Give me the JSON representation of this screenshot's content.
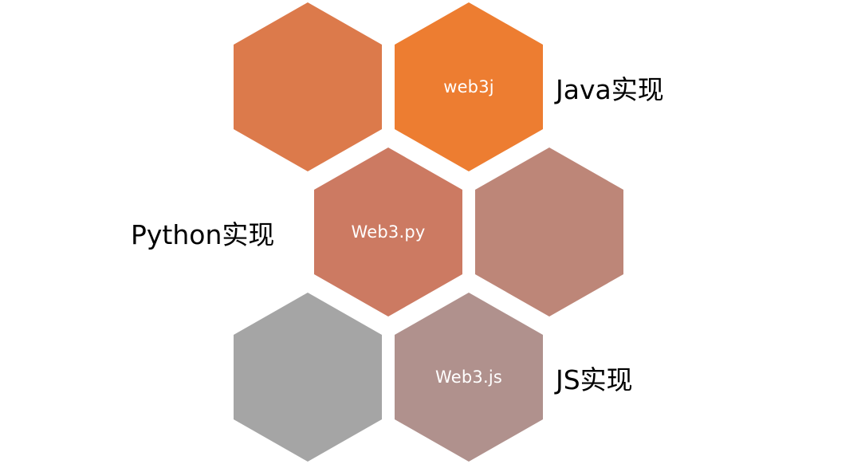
{
  "hexagons": [
    {
      "id": "hex-1",
      "label": "",
      "color": "#DC7A4B"
    },
    {
      "id": "hex-2",
      "label": "web3j",
      "color": "#ED7D31"
    },
    {
      "id": "hex-3",
      "label": "Web3.py",
      "color": "#CC7A62"
    },
    {
      "id": "hex-4",
      "label": "",
      "color": "#BD8678"
    },
    {
      "id": "hex-5",
      "label": "",
      "color": "#A5A5A5"
    },
    {
      "id": "hex-6",
      "label": "Web3.js",
      "color": "#B0918D"
    }
  ],
  "side_labels": {
    "java": "Java实现",
    "python": "Python实现",
    "js": "JS实现"
  }
}
